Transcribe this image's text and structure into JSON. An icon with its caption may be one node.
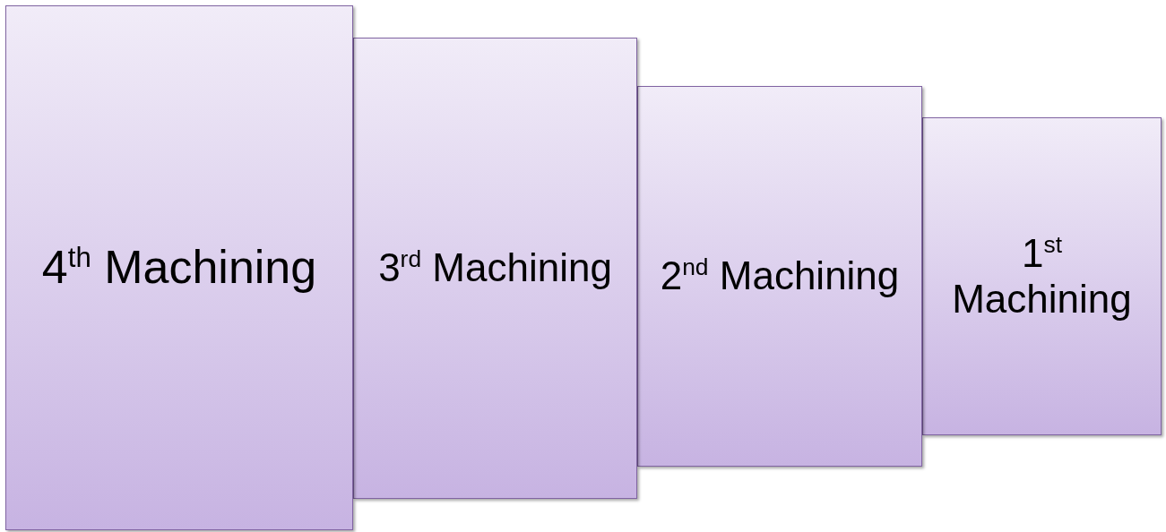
{
  "diagram": {
    "nodes": [
      {
        "text": [
          "4$^{th}$ Machining"
        ]
      },
      {
        "text": [
          "3$^{rd}$ Machining"
        ]
      },
      {
        "text": [
          "2$^{nd}$ Machining"
        ]
      },
      {
        "text": [
          "1$^{st}$ Machining"
        ]
      }
    ]
  }
}
